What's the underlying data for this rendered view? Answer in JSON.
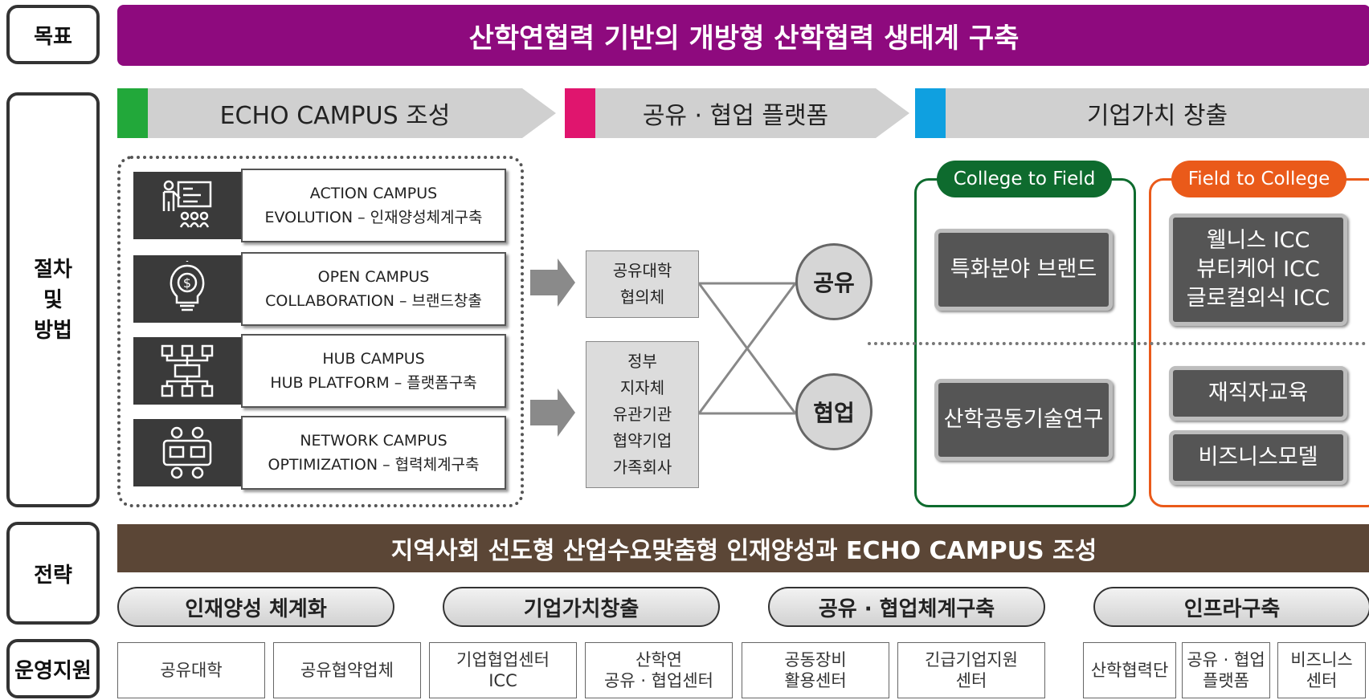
{
  "labels": {
    "goal": "목표",
    "procedure": [
      "절차",
      "및",
      "방법"
    ],
    "strategy": "전략",
    "support": "운영지원"
  },
  "goal_banner": "산학연협력 기반의 개방형 산학협력 생태계 구축",
  "stages": [
    {
      "label": "ECHO CAMPUS 조성",
      "color": "#22a83a"
    },
    {
      "label": "공유 · 협업 플랫폼",
      "color": "#e0156e"
    },
    {
      "label": "기업가치 창출",
      "color": "#0fa0e0"
    }
  ],
  "campus_items": [
    {
      "icon": "teacher-icon",
      "line1": "ACTION CAMPUS",
      "line2": "EVOLUTION – 인재양성체계구축"
    },
    {
      "icon": "lightbulb-dollar-icon",
      "line1": "OPEN CAMPUS",
      "line2": "COLLABORATION – 브랜드창출"
    },
    {
      "icon": "network-hub-icon",
      "line1": "HUB CAMPUS",
      "line2": "HUB PLATFORM – 플랫폼구축"
    },
    {
      "icon": "collaboration-icon",
      "line1": "NETWORK CAMPUS",
      "line2": "OPTIMIZATION – 협력체계구축"
    }
  ],
  "platform": {
    "box1": [
      "공유대학",
      "협의체"
    ],
    "box2": [
      "정부",
      "지자체",
      "유관기관",
      "협약기업",
      "가족회사"
    ],
    "circle1": "공유",
    "circle2": "협업"
  },
  "value": {
    "c2f": {
      "label": "College to Field",
      "color": "#0e6b2e",
      "items": [
        [
          "특화분야 브랜드"
        ],
        [
          "산학공동기술연구"
        ]
      ]
    },
    "f2c": {
      "label": "Field to College",
      "color": "#ea5a1a",
      "items": [
        [
          "웰니스 ICC",
          "뷰티케어 ICC",
          "글로컬외식 ICC"
        ],
        [
          "재직자교육"
        ],
        [
          "비즈니스모델"
        ]
      ]
    }
  },
  "strategy_banner": "지역사회 선도형 산업수요맞춤형 인재양성과 ECHO CAMPUS 조성",
  "strategies": [
    "인재양성 체계화",
    "기업가치창출",
    "공유 · 협업체계구축",
    "인프라구축"
  ],
  "support": [
    [
      "공유대학"
    ],
    [
      "공유협약업체"
    ],
    [
      "기업협업센터",
      "ICC"
    ],
    [
      "산학연",
      "공유 · 협업센터"
    ],
    [
      "공동장비",
      "활용센터"
    ],
    [
      "긴급기업지원",
      "센터"
    ],
    [
      "산학협력단"
    ],
    [
      "공유 · 협업",
      "플랫폼"
    ],
    [
      "비즈니스",
      "센터"
    ]
  ]
}
